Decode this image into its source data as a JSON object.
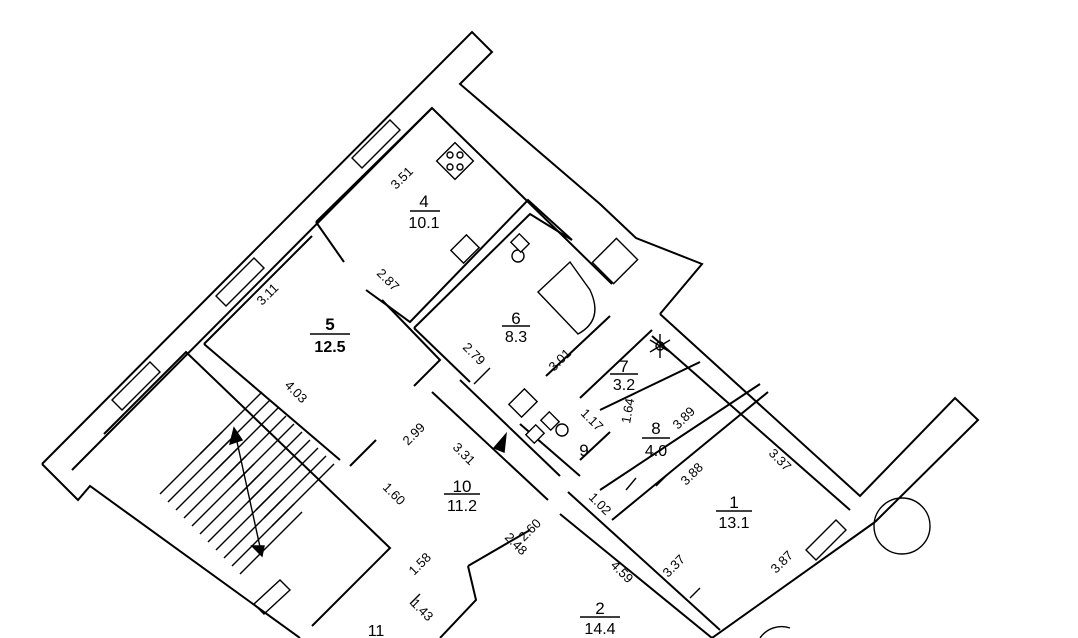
{
  "rooms": [
    {
      "id": "1",
      "number": "1",
      "area": "13.1"
    },
    {
      "id": "2",
      "number": "2",
      "area": "14.4"
    },
    {
      "id": "4",
      "number": "4",
      "area": "10.1"
    },
    {
      "id": "5",
      "number": "5",
      "area": "12.5"
    },
    {
      "id": "6",
      "number": "6",
      "area": "8.3"
    },
    {
      "id": "7",
      "number": "7",
      "area": "3.2"
    },
    {
      "id": "8",
      "number": "8",
      "area": "4.0"
    },
    {
      "id": "9",
      "number": "9",
      "area": ""
    },
    {
      "id": "10",
      "number": "10",
      "area": "11.2"
    },
    {
      "id": "11",
      "number": "11",
      "area": ""
    }
  ],
  "dimensions": [
    "3.51",
    "2.87",
    "3.11",
    "4.03",
    "2.79",
    "3.01",
    "2.99",
    "3.31",
    "1.60",
    "1.17",
    "1.64",
    "3.89",
    "3.88",
    "3.37",
    "1.02",
    "2.60",
    "2.48",
    "4.59",
    "3.37",
    "3.87",
    "1.58",
    "1.43"
  ]
}
